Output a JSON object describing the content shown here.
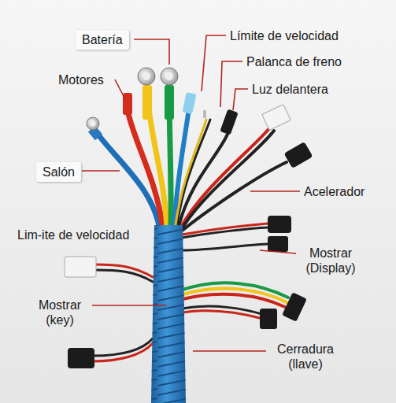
{
  "diagram": {
    "labels": [
      "Batería",
      "Límite de velocidad",
      "Motores",
      "Palanca de freno",
      "Luz delantera",
      "Salón",
      "Acelerador",
      "Lim-ite de velocidad",
      "Mostrar (Display)",
      "Mostrar (key)",
      "Cerradura (llave)"
    ]
  }
}
